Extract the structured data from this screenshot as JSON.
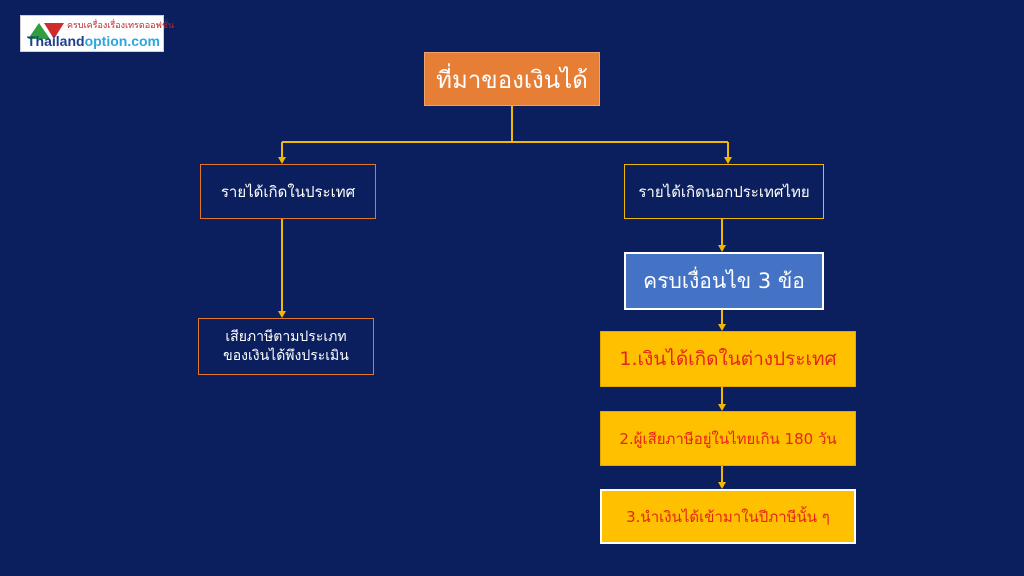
{
  "logo": {
    "tagline": "ครบเครื่องเรื่องเทรดออฟชั่น",
    "domain_part1": "Thailand",
    "domain_part2": "option.com"
  },
  "diagram": {
    "root": "ที่มาของเงินได้",
    "branch_left": "รายได้เกิดในประเทศ",
    "branch_right": "รายได้เกิดนอกประเทศไทย",
    "left_result_line1": "เสียภาษีตามประเภท",
    "left_result_line2": "ของเงินได้พึงประเมิน",
    "conditions_title": "ครบเงื่อนไข 3 ข้อ",
    "conditions": [
      "1.เงินได้เกิดในต่างประเทศ",
      "2.ผู้เสียภาษีอยู่ในไทยเกิน 180 วัน",
      "3.นำเงินได้เข้ามาในปีภาษีนั้น ๆ"
    ]
  },
  "colors": {
    "background": "#0b1f5e",
    "connector": "#f2b705",
    "root_fill": "#e67e35",
    "condition_title_fill": "#4472c4",
    "condition_fill": "#ffc000",
    "condition_text": "#e6251a"
  }
}
